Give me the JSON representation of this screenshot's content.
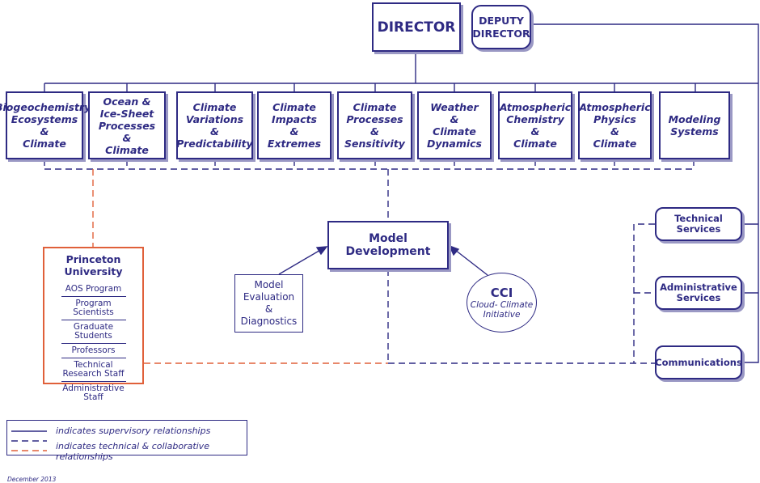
{
  "director": "DIRECTOR",
  "deputy": [
    "DEPUTY",
    "DIRECTOR"
  ],
  "divisions": [
    [
      "Biogeochemistry,",
      "Ecosystems",
      "&",
      "Climate"
    ],
    [
      "Ocean & Ice-Sheet",
      "Processes",
      "&",
      "Climate"
    ],
    [
      "Climate",
      "Variations",
      "&",
      "Predictability"
    ],
    [
      "Climate",
      "Impacts",
      "&",
      "Extremes"
    ],
    [
      "Climate",
      "Processes",
      "&",
      "Sensitivity"
    ],
    [
      "Weather",
      "&",
      "Climate",
      "Dynamics"
    ],
    [
      "Atmospheric",
      "Chemistry",
      "&",
      "Climate"
    ],
    [
      "Atmospheric",
      "Physics",
      "&",
      "Climate"
    ],
    [
      "Modeling",
      "Systems"
    ]
  ],
  "model_development": "Model Development",
  "model_eval": [
    "Model",
    "Evaluation",
    "&",
    "Diagnostics"
  ],
  "cci": {
    "title": "CCI",
    "sub": [
      "Cloud- Climate",
      "Initiative"
    ]
  },
  "services": {
    "technical": [
      "Technical",
      "Services"
    ],
    "administrative": [
      "Administrative",
      "Services"
    ],
    "communications": [
      "Communications"
    ]
  },
  "princeton": {
    "title": "Princeton University",
    "items": [
      "AOS Program",
      "Program Scientists",
      "Graduate Students",
      "Professors",
      "Technical Research Staff",
      "Administrative Staff"
    ]
  },
  "legend": {
    "supervisory": "indicates supervisory relationships",
    "technical": "indicates technical & collaborative relationships"
  },
  "footer": "December 2013",
  "colors": {
    "primary": "#2e2a83",
    "accent": "#e0603a",
    "shadow": "#9a98c4"
  }
}
